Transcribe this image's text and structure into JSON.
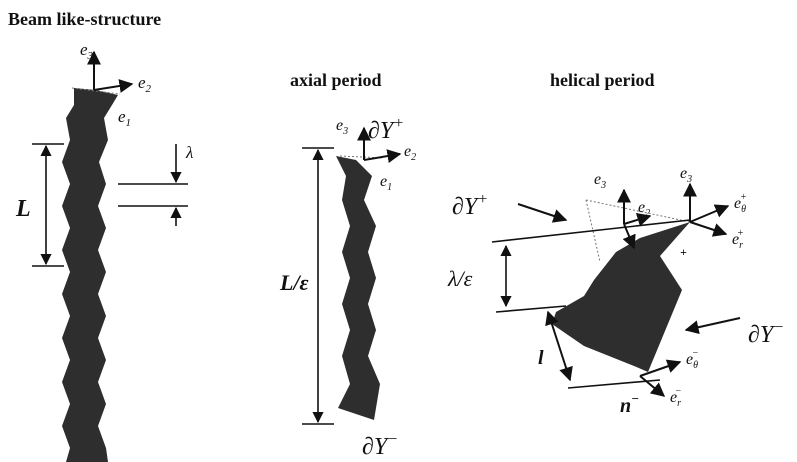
{
  "titles": {
    "beam": "Beam like-structure",
    "axial": "axial period",
    "helical": "helical period"
  },
  "beam": {
    "e3": "e",
    "e3_sub": "3",
    "e2": "e",
    "e2_sub": "2",
    "e1": "e",
    "e1_sub": "1",
    "length": "L",
    "pitch": "λ"
  },
  "axial": {
    "e3": "e",
    "e3_sub": "3",
    "e2": "e",
    "e2_sub": "2",
    "e1": "e",
    "e1_sub": "1",
    "top_boundary": "∂Y",
    "top_sign": "+",
    "bottom_boundary": "∂Y",
    "bottom_sign": "−",
    "length": "L/ε"
  },
  "helical": {
    "top_boundary": "∂Y",
    "top_sign": "+",
    "right_boundary": "∂Y",
    "right_sign": "−",
    "height": "λ/ε",
    "e3a": "e",
    "e3a_sub": "3",
    "e2": "e",
    "e2_sub": "2",
    "e3b": "e",
    "e3b_sub": "3",
    "etheta_plus": "e",
    "etheta_plus_sub": "θ",
    "etheta_plus_sup": "+",
    "er_plus": "e",
    "er_plus_sub": "r",
    "er_plus_sup": "+",
    "etheta_minus": "e",
    "etheta_minus_sub": "θ",
    "etheta_minus_sup": "−",
    "er_minus": "e",
    "er_minus_sub": "r",
    "er_minus_sup": "−",
    "l_vec": "l",
    "n_minus": "n",
    "n_minus_sup": "−",
    "n_plus_sup": "+"
  }
}
